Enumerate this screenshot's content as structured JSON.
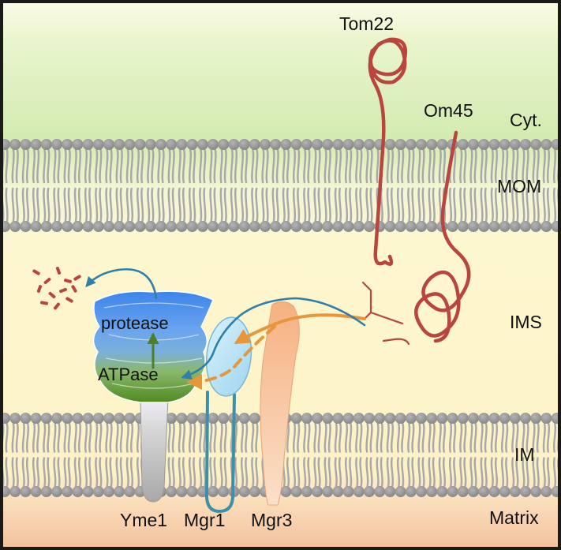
{
  "regions": {
    "cytosol": "Cyt.",
    "outer_membrane": "MOM",
    "intermembrane_space": "IMS",
    "inner_membrane": "IM",
    "matrix": "Matrix"
  },
  "substrates": {
    "tom22": "Tom22",
    "om45": "Om45"
  },
  "complex": {
    "protease_domain": "protease",
    "atpase_domain": "ATPase",
    "yme1": "Yme1",
    "mgr1": "Mgr1",
    "mgr3": "Mgr3"
  },
  "colors": {
    "cytosol": "#d3ebb0",
    "ims": "#fdf7cf",
    "matrix": "#f6c9a8",
    "lipid_head": "#959595",
    "substrate": "#b9463e",
    "protease": "#4d8fe8",
    "atpase": "#5e8f2c",
    "mgr1": "#b9e3f7",
    "mgr1_tail": "#3e8fa8",
    "mgr3": "#f4b98c",
    "yme1_stalk": "#bdbdbd",
    "arrow_orange": "#e8963a",
    "arrow_blue": "#2f7fa8",
    "arrow_green": "#4e7e2a"
  }
}
